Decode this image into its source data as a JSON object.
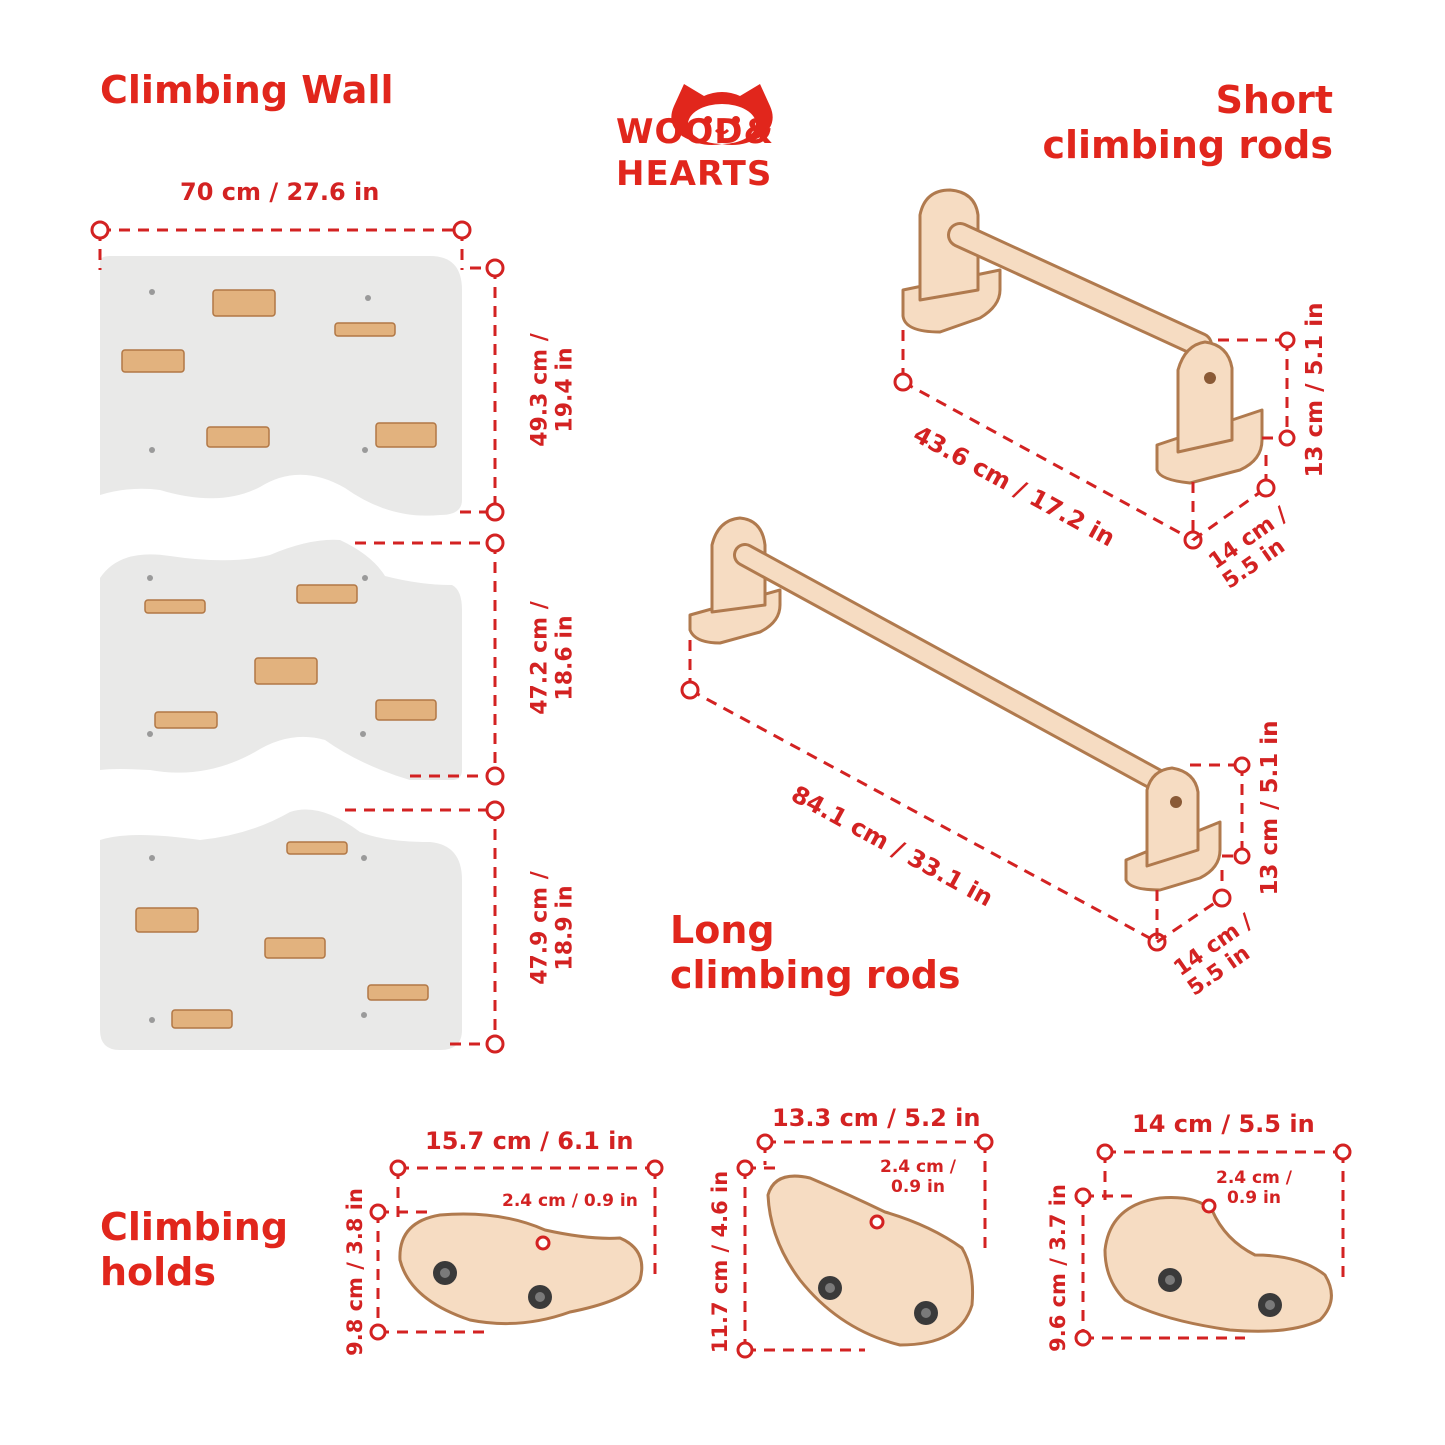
{
  "brand": {
    "line1": "WOOD&",
    "line2": "HEARTS"
  },
  "colors": {
    "accent": "#e1261c",
    "wood": "#f6dcc2",
    "wood_edge": "#b07a4e",
    "panel": "#e9e9e8"
  },
  "climbing_wall": {
    "title": "Climbing Wall",
    "width_label": "70 cm / 27.6 in",
    "panels": [
      {
        "height_label_1": "49.3 cm /",
        "height_label_2": "19.4 in"
      },
      {
        "height_label_1": "47.2 cm /",
        "height_label_2": "18.6 in"
      },
      {
        "height_label_1": "47.9 cm /",
        "height_label_2": "18.9 in"
      }
    ]
  },
  "short_rods": {
    "title_1": "Short",
    "title_2": "climbing rods",
    "length_label": "43.6 cm / 17.2 in",
    "height_label": "13 cm / 5.1 in",
    "depth_label_1": "14 cm /",
    "depth_label_2": "5.5 in"
  },
  "long_rods": {
    "title_1": "Long",
    "title_2": "climbing rods",
    "length_label": "84.1 cm / 33.1 in",
    "height_label": "13 cm / 5.1 in",
    "depth_label_1": "14 cm /",
    "depth_label_2": "5.5 in"
  },
  "holds": {
    "title_1": "Climbing",
    "title_2": "holds",
    "items": [
      {
        "width_label": "15.7 cm / 6.1 in",
        "height_label": "9.8 cm / 3.8 in",
        "thickness_label_1": "2.4 cm / 0.9 in",
        "thickness_label_2": ""
      },
      {
        "width_label": "13.3 cm / 5.2 in",
        "height_label": "11.7 cm / 4.6 in",
        "thickness_label_1": "2.4 cm /",
        "thickness_label_2": "0.9 in"
      },
      {
        "width_label": "14 cm / 5.5 in",
        "height_label": "9.6 cm / 3.7 in",
        "thickness_label_1": "2.4 cm /",
        "thickness_label_2": "0.9 in"
      }
    ]
  }
}
